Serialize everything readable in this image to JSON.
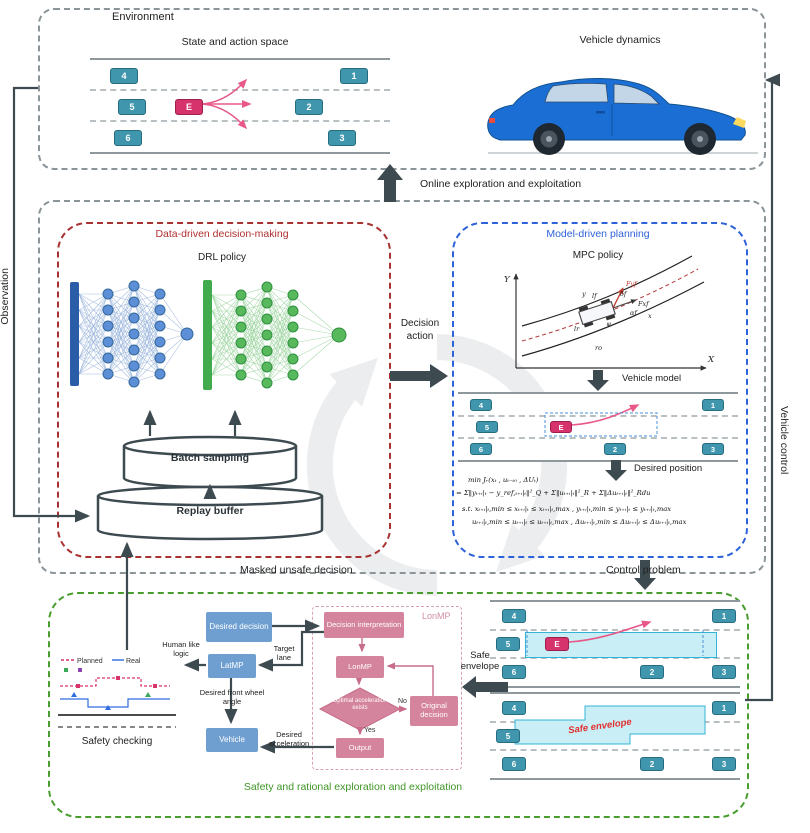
{
  "environment": {
    "title": "Environment",
    "state_action_title": "State and action space",
    "vehicle_dynamics_title": "Vehicle dynamics"
  },
  "vehicles": {
    "v1": "1",
    "v2": "2",
    "v3": "3",
    "v4": "4",
    "v5": "5",
    "v6": "6",
    "ego": "E"
  },
  "flow": {
    "observation": "Observation",
    "vehicle_control": "Vehicle control",
    "online": "Online exploration and exploitation",
    "masked": "Masked unsafe decision",
    "control_problem": "Control problem",
    "decision_action": "Decision action",
    "safe_envelope": "Safe envelope"
  },
  "ddm": {
    "title": "Data-driven decision-making",
    "drl_policy": "DRL policy",
    "batch_sampling": "Batch sampling",
    "replay_buffer": "Replay buffer"
  },
  "mdp": {
    "title": "Model-driven planning",
    "mpc_policy": "MPC policy",
    "vehicle_model": "Vehicle model",
    "desired_position": "Desired position",
    "diagram": {
      "axis_y": "Y",
      "axis_x": "X",
      "psi": "ψ",
      "lf": "lf",
      "lr": "lr",
      "fyf": "Fyf",
      "fxf": "Fxf",
      "alphaf": "αf",
      "deltaf": "δf",
      "ro": "ro",
      "y": "y",
      "x": "x"
    },
    "formula1": "min Jᵣ(xₜ , uₜ₋ₜ₀ , ΔUₜ)",
    "formula2": "= Σ‖yₜ₊ᵢ|ₜ − y_ref,ₜ₊ᵢ|ₜ‖²_Q + Σ‖uₜ₊ᵢ|ₜ‖²_R + Σ‖Δuₜ₊ᵢ|ₜ‖²_Rdu",
    "formula3": "s.t.  xₜ₊ᵢ|ₜ,min ≤ xₜ₊ᵢ|ₜ ≤ xₜ₊ᵢ|ₜ,max ,  yₜ₊ᵢ|ₜ,min ≤ yₜ₊ᵢ|ₜ ≤ yₜ₊ᵢ|ₜ,max",
    "formula4": "uₜ₊ᵢ|ₜ,min ≤ uₜ₊ᵢ|ₜ ≤ uₜ₊ᵢ|ₜ,max ,  Δuₜ₊ᵢ|ₜ,min ≤ Δuₜ₊ᵢ|ₜ ≤ Δuₜ₊ᵢ|ₜ,max"
  },
  "safety": {
    "title": "Safety and rational exploration and exploitation",
    "desired_decision": "Desired decision",
    "lonmp_container": "LonMP",
    "decision_interpretation": "Decision interpretation",
    "lonmp_node": "LonMP",
    "optimal_check": "Optimal acceleration exists",
    "no": "No",
    "yes": "Yes",
    "original_decision": "Original decision",
    "output": "Output",
    "latmp": "LatMP",
    "target_lane": "Target lane",
    "human_like_logic": "Human like logic",
    "legend_planned": "Planned",
    "legend_real": "Real",
    "safety_checking": "Safety checking",
    "desired_front_wheel_angle": "Desired front wheel angle",
    "vehicle": "Vehicle",
    "desired_acceleration": "Desired acceleration",
    "safe_envelope_text": "Safe envelope"
  }
}
